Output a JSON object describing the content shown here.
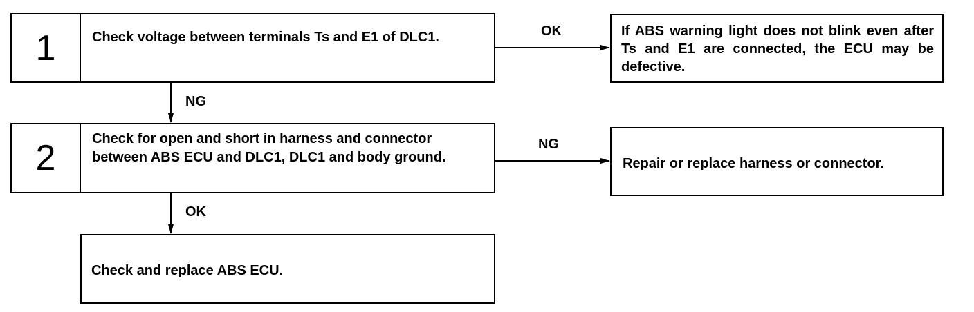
{
  "steps": [
    {
      "number": "1",
      "text": "Check voltage between terminals Ts and E1 of DLC1."
    },
    {
      "number": "2",
      "text": "Check for open and short in harness and connector between ABS ECU and DLC1, DLC1 and body ground."
    }
  ],
  "final_step": {
    "text": "Check and replace ABS ECU."
  },
  "results": [
    {
      "text": "If ABS warning light does not blink even after Ts and E1 are connected, the ECU may be defective."
    },
    {
      "text": "Repair or replace harness or connector."
    }
  ],
  "branches": {
    "step1_right": "OK",
    "step1_down": "NG",
    "step2_right": "NG",
    "step2_down": "OK"
  }
}
